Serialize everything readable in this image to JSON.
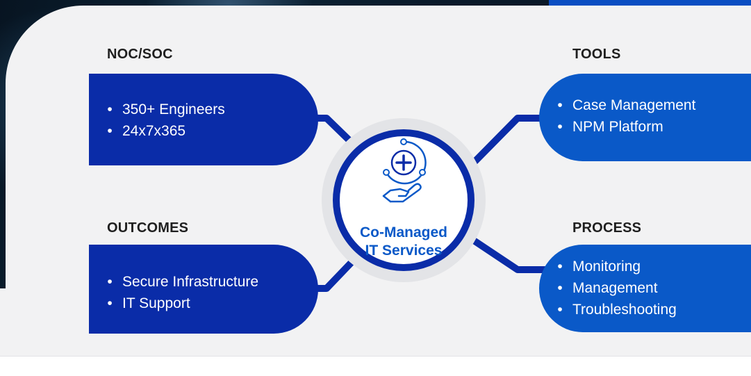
{
  "colors": {
    "dark_blue": "#0a2ca8",
    "bright_blue": "#0a59c8",
    "background": "#f2f2f3",
    "heading_text": "#1f1f1f"
  },
  "center": {
    "icon": "hand-with-plus-icon",
    "label_line1": "Co-Managed",
    "label_line2": "IT Services"
  },
  "sections": {
    "noc_soc": {
      "title": "NOC/SOC",
      "items": [
        "350+ Engineers",
        "24x7x365"
      ]
    },
    "tools": {
      "title": "TOOLS",
      "items": [
        "Case Management",
        "NPM Platform"
      ]
    },
    "outcomes": {
      "title": "OUTCOMES",
      "items": [
        "Secure Infrastructure",
        "IT Support"
      ]
    },
    "process": {
      "title": "PROCESS",
      "items": [
        "Monitoring",
        "Management",
        "Troubleshooting"
      ]
    }
  },
  "bullet": "•"
}
